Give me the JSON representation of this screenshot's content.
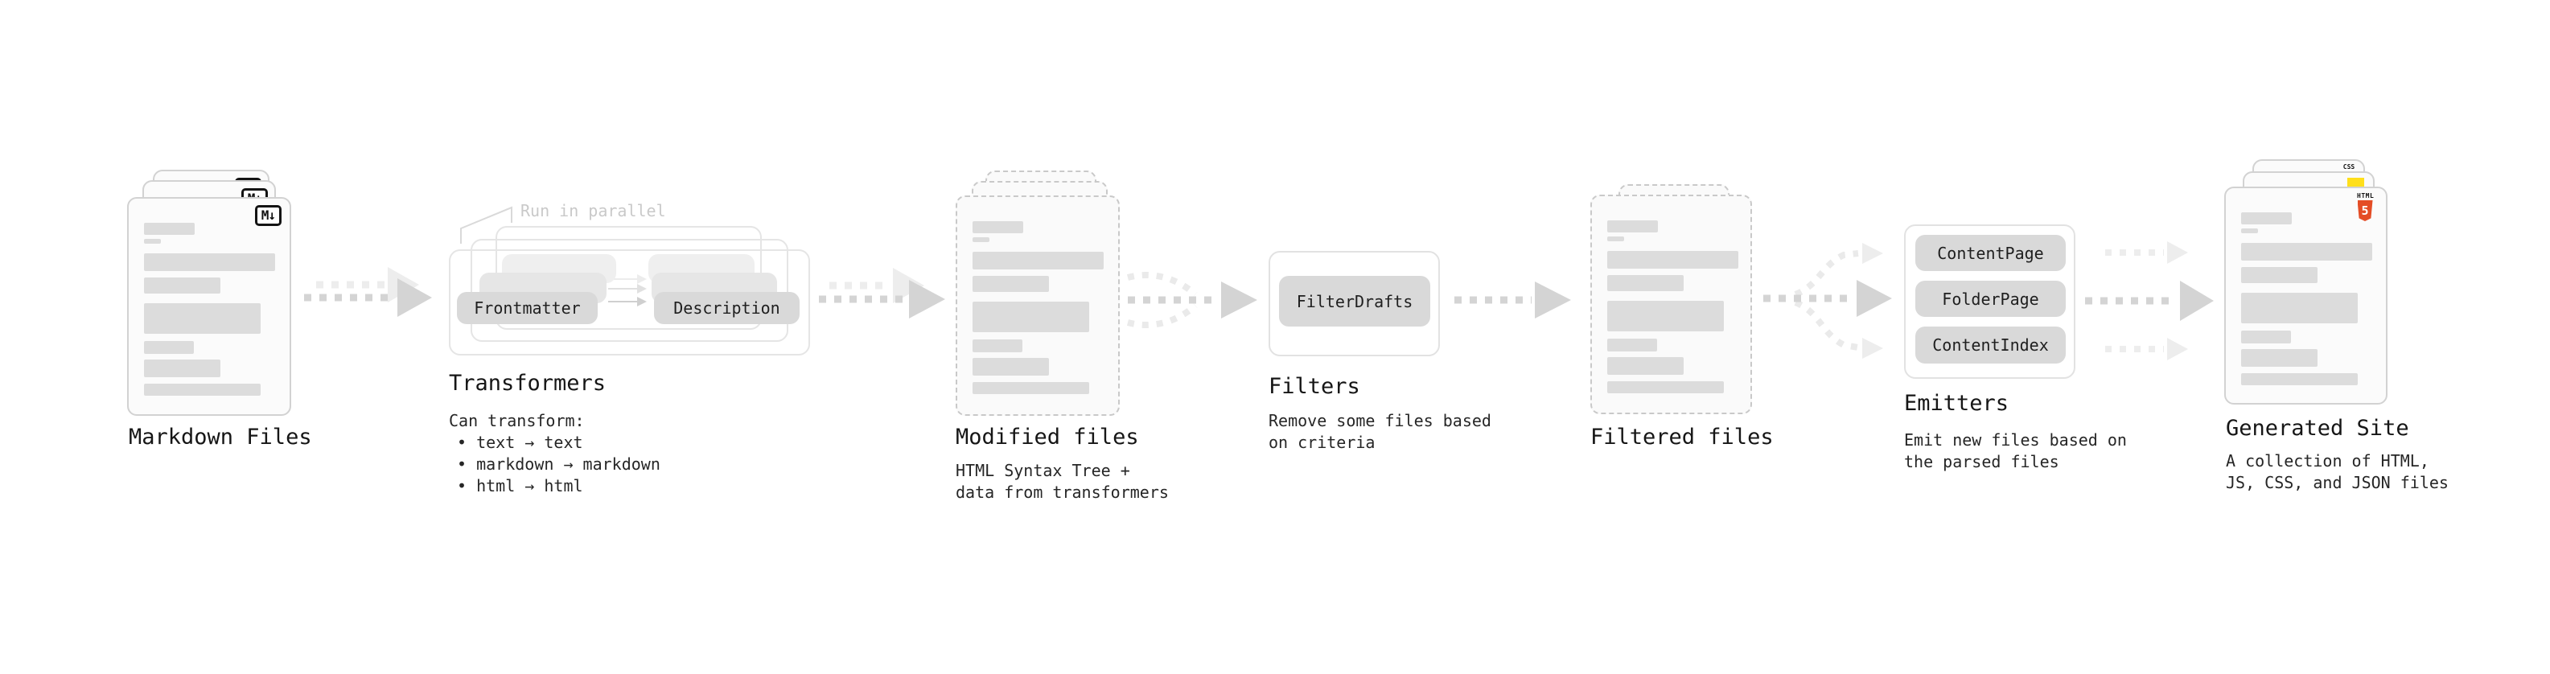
{
  "diagram": {
    "annotation": "Run in parallel",
    "markdown_files": {
      "title": "Markdown Files",
      "badge": "M↓"
    },
    "transformers": {
      "title": "Transformers",
      "pill_left": "Frontmatter",
      "pill_right": "Description",
      "caption": "Can transform:",
      "bullets": [
        "• text → text",
        "• markdown → markdown",
        "• html → html"
      ]
    },
    "modified_files": {
      "title": "Modified files",
      "subtitle": [
        "HTML Syntax Tree +",
        "data from transformers"
      ]
    },
    "filters": {
      "title": "Filters",
      "pill": "FilterDrafts",
      "subtitle": [
        "Remove some files based",
        "on criteria"
      ]
    },
    "filtered_files": {
      "title": "Filtered files"
    },
    "emitters": {
      "title": "Emitters",
      "pills": [
        "ContentPage",
        "FolderPage",
        "ContentIndex"
      ],
      "subtitle": [
        "Emit new files based on",
        "the parsed files"
      ]
    },
    "generated_site": {
      "title": "Generated Site",
      "subtitle": [
        "A collection of HTML,",
        "JS, CSS, and JSON files"
      ],
      "css_badge": "CSS",
      "html_badge_top": "HTML",
      "html_badge_number": "5"
    },
    "colors": {
      "html5_orange": "#e44d26",
      "css_blue": "#2b66e8",
      "js_yellow": "#ffdf1b",
      "arrow_dark": "#d4d4d4",
      "arrow_light": "#ececec"
    }
  }
}
